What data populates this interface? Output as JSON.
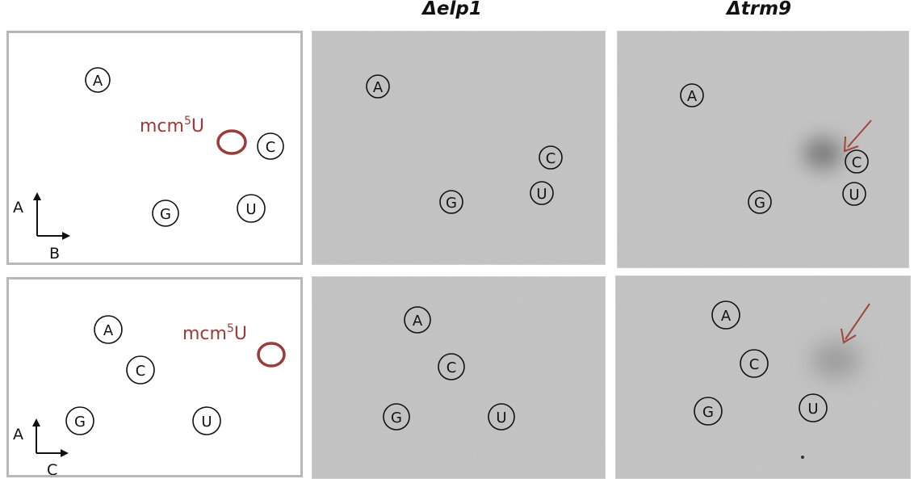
{
  "headers": {
    "col_elp1": "Δelp1",
    "col_trm9": "Δtrm9"
  },
  "schematic_top": {
    "spots": {
      "a": "A",
      "c": "C",
      "g": "G",
      "u": "U"
    },
    "modification_label": "mcm",
    "modification_superscript": "5",
    "modification_base": "U",
    "axis_vertical_label": "A",
    "axis_horizontal_label": "B"
  },
  "schematic_bottom": {
    "spots": {
      "a": "A",
      "c": "C",
      "g": "G",
      "u": "U"
    },
    "modification_label": "mcm",
    "modification_superscript": "5",
    "modification_base": "U",
    "axis_vertical_label": "A",
    "axis_horizontal_label": "C"
  },
  "tlc_top_elp1": {
    "spots": {
      "a": "A",
      "c": "C",
      "g": "G",
      "u": "U"
    }
  },
  "tlc_top_trm9": {
    "spots": {
      "a": "A",
      "c": "C",
      "g": "G",
      "u": "U"
    }
  },
  "tlc_bottom_elp1": {
    "spots": {
      "a": "A",
      "c": "C",
      "g": "G",
      "u": "U"
    }
  },
  "tlc_bottom_trm9": {
    "spots": {
      "a": "A",
      "c": "C",
      "g": "G",
      "u": "U"
    }
  },
  "colors": {
    "modification": "#9b3a3a",
    "arrow": "#a0453a",
    "tlc_background": "#c4c4c4",
    "panel_border": "#b8b8b8"
  }
}
